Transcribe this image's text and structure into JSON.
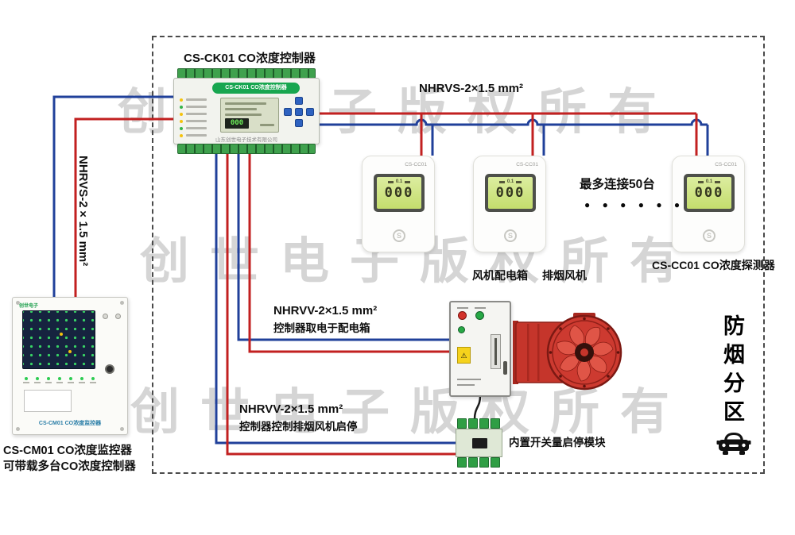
{
  "watermark": {
    "text": "创世电子版权所有"
  },
  "controller": {
    "title": "CS-CK01 CO浓度控制器",
    "panel_label": "CS-CK01 CO浓度控制器",
    "display_value": "000",
    "company": "山东创世电子技术有限公司"
  },
  "cables": {
    "left_riser": "NHRVS-2×1.5 mm²",
    "detector_bus": "NHRVS-2×1.5 mm²",
    "power": {
      "line1": "NHRVV-2×1.5 mm²",
      "line2": "控制器取电于配电箱"
    },
    "control": {
      "line1": "NHRVV-2×1.5 mm²",
      "line2": "控制器控制排烟风机启停"
    }
  },
  "monitor": {
    "brand": "创世电子",
    "panel_label": "CS-CM01 CO浓度监控器",
    "caption_line1": "CS-CM01 CO浓度监控器",
    "caption_line2": "可带载多台CO浓度控制器"
  },
  "detectors": {
    "model": "CS-CC01",
    "caption": "CS-CC01 CO浓度探测器",
    "lcd_top": "0.1",
    "lcd_main": "000",
    "max_connect_note": "最多连接50台",
    "more_dots": "● ● ● ● ● ●",
    "logo_glyph": "S"
  },
  "power_box": {
    "label": "风机配电箱",
    "warning_glyph": "⚠"
  },
  "fan": {
    "label": "排烟风机"
  },
  "relay_module": {
    "label": "内置开关量启停模块"
  },
  "zone": {
    "label": "防烟分区"
  },
  "colors": {
    "wire_red": "#c22020",
    "wire_blue": "#20409a",
    "controller_green": "#18a650",
    "fan_red": "#c9332a",
    "lcd_green": "#cfe178",
    "watermark_gray": "#c8c8c8"
  }
}
